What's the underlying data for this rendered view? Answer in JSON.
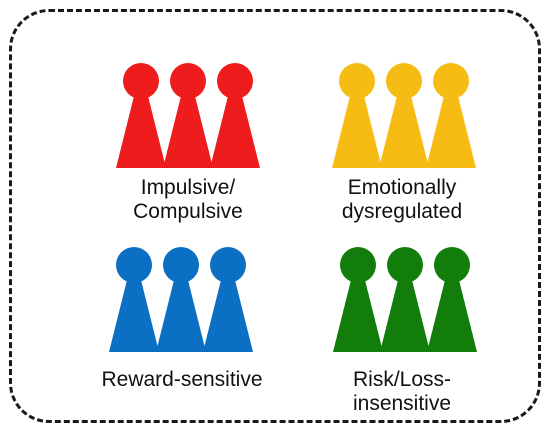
{
  "groups": [
    {
      "id": "impulsive",
      "color": "#ee1c1c",
      "label_lines": [
        "Impulsive/",
        "Compulsive"
      ]
    },
    {
      "id": "emotional",
      "color": "#f5bd14",
      "label_lines": [
        "Emotionally",
        "dysregulated"
      ]
    },
    {
      "id": "reward",
      "color": "#0b70c4",
      "label_lines": [
        "Reward-sensitive"
      ]
    },
    {
      "id": "risk",
      "color": "#137d0c",
      "label_lines": [
        "Risk/Loss-",
        "insensitive"
      ]
    }
  ]
}
